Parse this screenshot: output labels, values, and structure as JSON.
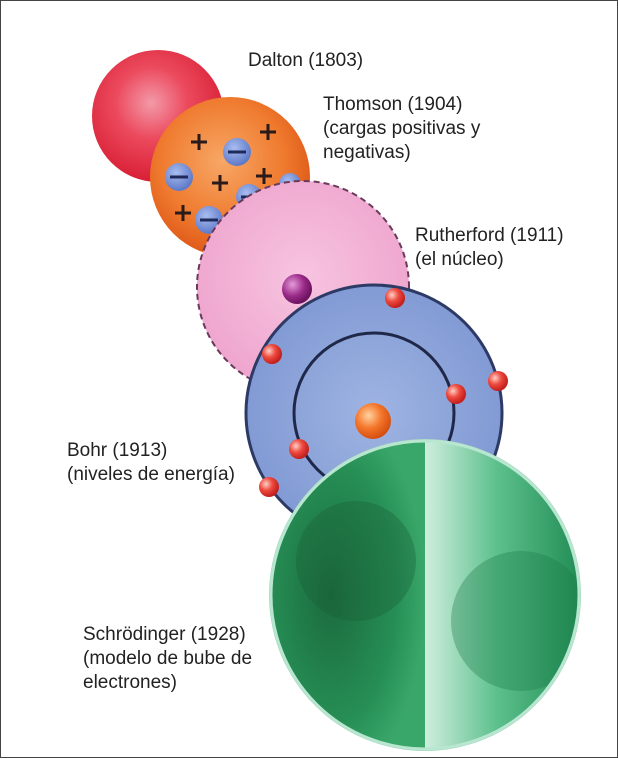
{
  "models": [
    {
      "id": "dalton",
      "lines": [
        "Dalton (1803)"
      ]
    },
    {
      "id": "thomson",
      "lines": [
        "Thomson (1904)",
        "(cargas positivas y",
        "negativas)"
      ]
    },
    {
      "id": "rutherford",
      "lines": [
        "Rutherford (1911)",
        "(el núcleo)"
      ]
    },
    {
      "id": "bohr",
      "lines": [
        "Bohr (1913)",
        "(niveles de energía)"
      ]
    },
    {
      "id": "schrodinger",
      "lines": [
        "Schrödinger (1928)",
        "(modelo de bube de",
        "electrones)"
      ]
    }
  ],
  "symbols": {
    "positive": "+",
    "negative": "−"
  },
  "colors": {
    "dalton": "#e8344a",
    "thomson": "#f07a2e",
    "rutherford": "#f2b0d4",
    "bohr": "#8fa6d8",
    "schrodinger": "#1f8f5a",
    "electron": "#e63a3a",
    "nucleus_rutherford": "#8a1f78",
    "nucleus_bohr": "#f06a20"
  }
}
